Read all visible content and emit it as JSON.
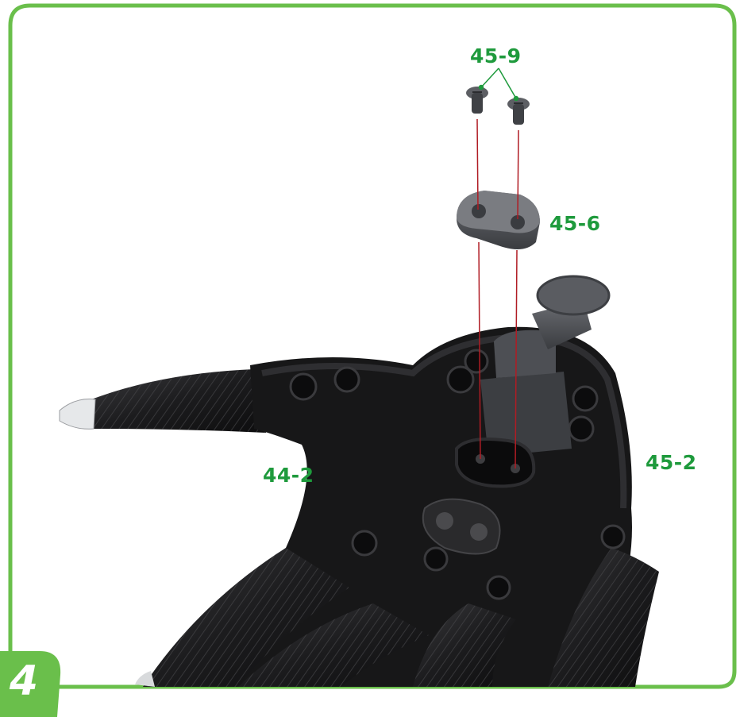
{
  "step": {
    "number": "4"
  },
  "labels": {
    "screws": "45-9",
    "plate": "45-6",
    "palm_left": "44-2",
    "palm_right": "45-2"
  },
  "colors": {
    "frame": "#6abf4b",
    "label": "#1e9a3c",
    "guide_line": "#b01c24",
    "part_dark": "#1f1f21",
    "part_grey": "#4a4c50"
  }
}
